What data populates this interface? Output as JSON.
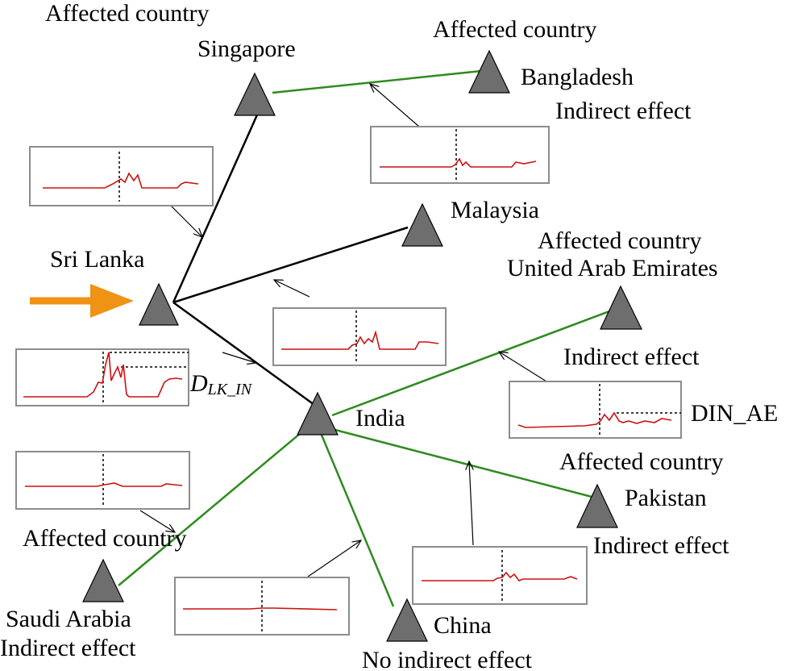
{
  "colors": {
    "link_direct": "#000000",
    "link_indirect": "#2e8b1e",
    "node_fill": "#6e6e6e",
    "spark": "#cc1111",
    "frame": "#8c8c8c",
    "source_arrow": "#f09213"
  },
  "nodes": {
    "sri_lanka": {
      "name": "Sri Lanka"
    },
    "singapore": {
      "name": "Singapore",
      "status": "Affected country"
    },
    "bangladesh": {
      "name": "Bangladesh",
      "status": "Affected country",
      "effect": "Indirect effect"
    },
    "malaysia": {
      "name": "Malaysia"
    },
    "uae": {
      "name": "United Arab Emirates",
      "status": "Affected country",
      "effect": "Indirect effect"
    },
    "india": {
      "name": "India"
    },
    "pakistan": {
      "name": "Pakistan",
      "status": "Affected country",
      "effect": "Indirect effect"
    },
    "china": {
      "name": "China",
      "effect": "No indirect effect"
    },
    "saudi": {
      "name": "Saudi Arabia",
      "status": "Affected country",
      "effect": "Indirect effect"
    }
  },
  "annotations": {
    "d_lk_in_main": "D",
    "d_lk_in_sub": "LK_IN",
    "din_ae": "DIN_AE"
  }
}
